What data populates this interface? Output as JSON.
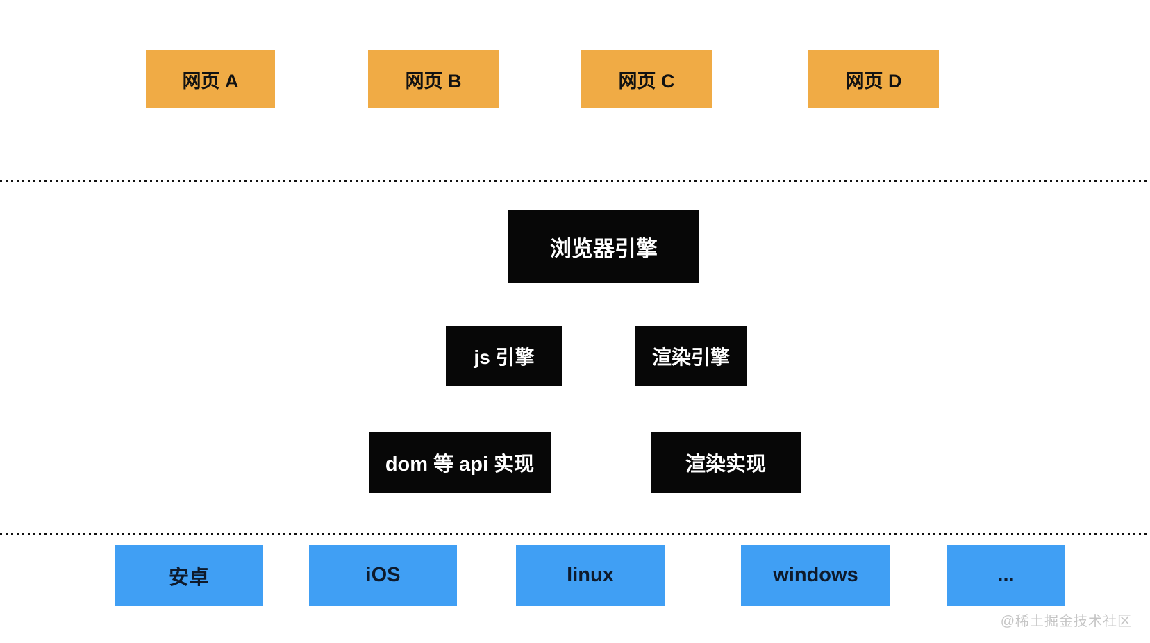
{
  "diagram": {
    "title_hint": "browser architecture layers"
  },
  "web_pages": [
    {
      "label": "网页 A"
    },
    {
      "label": "网页 B"
    },
    {
      "label": "网页 C"
    },
    {
      "label": "网页 D"
    }
  ],
  "browser_engine": {
    "label": "浏览器引擎"
  },
  "sub_engines": [
    {
      "label": "js 引擎"
    },
    {
      "label": "渲染引擎"
    }
  ],
  "implementations": [
    {
      "label": "dom 等 api 实现"
    },
    {
      "label": "渲染实现"
    }
  ],
  "platforms": [
    {
      "label": "安卓"
    },
    {
      "label": "iOS"
    },
    {
      "label": "linux"
    },
    {
      "label": "windows"
    },
    {
      "label": "..."
    }
  ],
  "watermark": {
    "text": "@稀土掘金技术社区"
  },
  "colors": {
    "page_background": "#ffffff",
    "webpage_box_fill": "#f0ab45",
    "engine_box_fill": "#070707",
    "engine_box_text": "#ffffff",
    "platform_box_fill": "#409ff4",
    "box_text_dark": "#121212",
    "platform_box_text": "#0e1a2b",
    "divider_dot": "#111111",
    "watermark_text": "#c5c5c5"
  }
}
